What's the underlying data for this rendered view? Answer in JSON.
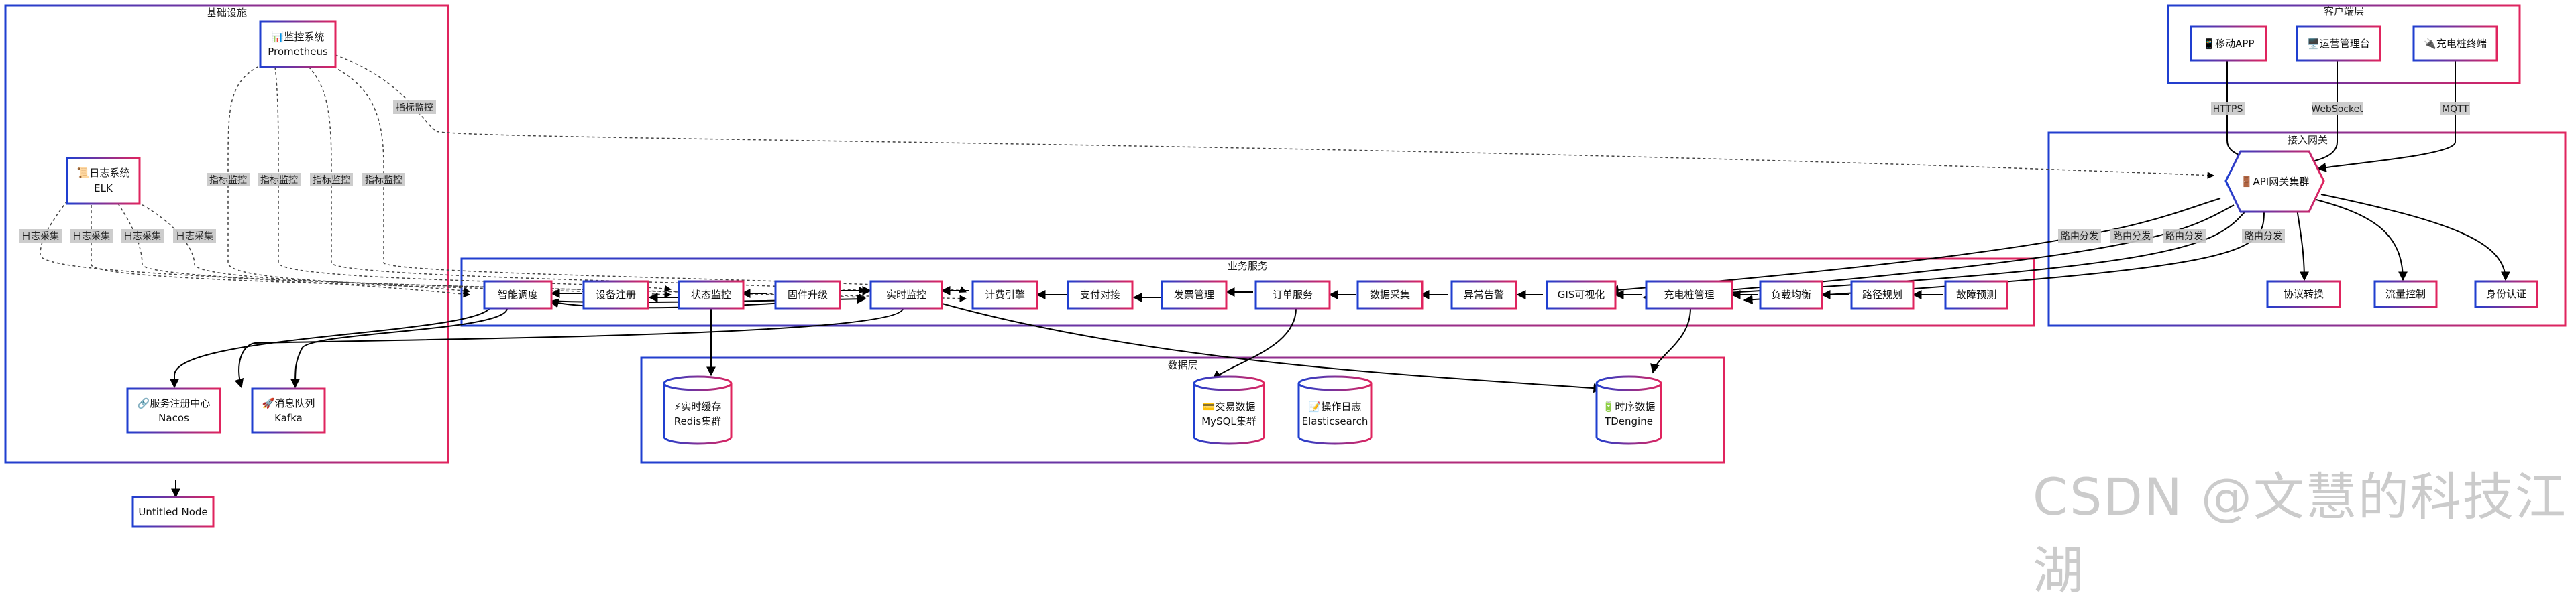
{
  "clusters": {
    "infra": "基础设施",
    "client": "客户端层",
    "access": "接入网关",
    "business": "业务服务",
    "data": "数据层"
  },
  "nodes": {
    "monitor": [
      "📊监控系统",
      "Prometheus"
    ],
    "logsys": [
      "📜日志系统",
      "ELK"
    ],
    "nacos": [
      "🔗服务注册中心",
      "Nacos"
    ],
    "kafka": [
      "🚀消息队列",
      "Kafka"
    ],
    "untitled": [
      "Untitled Node"
    ],
    "mobile": [
      "📱移动APP"
    ],
    "opsweb": [
      "🖥️运营管理台"
    ],
    "charger": [
      "🔌充电桩终端"
    ],
    "gateway": [
      "🚪API网关集群"
    ],
    "protocol": [
      "协议转换"
    ],
    "flow": [
      "流量控制"
    ],
    "auth": [
      "身份认证"
    ],
    "dispatch": [
      "智能调度"
    ],
    "devreg": [
      "设备注册"
    ],
    "status": [
      "状态监控"
    ],
    "firmware": [
      "固件升级"
    ],
    "realtime": [
      "实时监控"
    ],
    "billing": [
      "计费引擎"
    ],
    "payment": [
      "支付对接"
    ],
    "invoice": [
      "发票管理"
    ],
    "order": [
      "订单服务"
    ],
    "datacollect": [
      "数据采集"
    ],
    "alarm": [
      "异常告警"
    ],
    "gis": [
      "GIS可视化"
    ],
    "pilemgr": [
      "充电桩管理"
    ],
    "loadbal": [
      "负载均衡"
    ],
    "route": [
      "路径规划"
    ],
    "fault": [
      "故障预测"
    ],
    "redis": [
      "⚡实时缓存",
      "Redis集群"
    ],
    "mysql": [
      "💳交易数据",
      "MySQL集群"
    ],
    "es": [
      "📝操作日志",
      "Elasticsearch"
    ],
    "tdengine": [
      "🔋时序数据",
      "TDengine"
    ]
  },
  "edge_labels": {
    "metric": "指标监控",
    "logcollect": "日志采集",
    "https": "HTTPS",
    "websocket": "WebSocket",
    "mqtt": "MQTT",
    "routing": "路由分发"
  },
  "watermark": "CSDN @文慧的科技江湖",
  "colors": {
    "cluster_stroke_a": "#1f3fd0",
    "cluster_stroke_b": "#e0245e",
    "edge": "#000000",
    "edge_dashed": "#444444"
  }
}
